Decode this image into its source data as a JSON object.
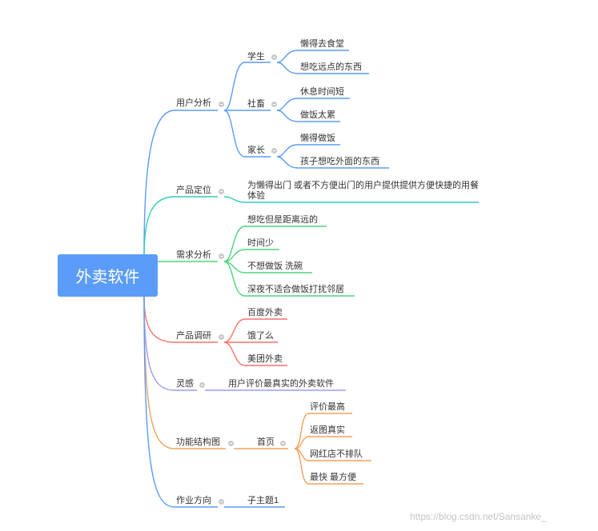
{
  "root": {
    "label": "外卖软件",
    "color": "#5a9cf8"
  },
  "colors": {
    "blue": "#5a9cf8",
    "teal": "#2fcdb6",
    "green": "#4cd47c",
    "red": "#f47469",
    "purple": "#9d9bf0",
    "orange": "#f5a05a"
  },
  "branches": [
    {
      "label": "用户分析",
      "children": [
        {
          "label": "学生",
          "children": [
            {
              "label": "懒得去食堂"
            },
            {
              "label": "想吃远点的东西"
            }
          ]
        },
        {
          "label": "社畜",
          "children": [
            {
              "label": "休息时间短"
            },
            {
              "label": "做饭太累"
            }
          ]
        },
        {
          "label": "家长",
          "children": [
            {
              "label": "懒得做饭"
            },
            {
              "label": "孩子想吃外面的东西"
            }
          ]
        }
      ]
    },
    {
      "label": "产品定位",
      "children": [
        {
          "label": "为懒得出门 或者不方便出门的用户提供提供方便快捷的用餐体验"
        }
      ]
    },
    {
      "label": "需求分析",
      "children": [
        {
          "label": "想吃但是距离远的"
        },
        {
          "label": "时间少"
        },
        {
          "label": "不想做饭 洗碗"
        },
        {
          "label": "深夜不适合做饭打扰邻居"
        }
      ]
    },
    {
      "label": "产品调研",
      "children": [
        {
          "label": "百度外卖"
        },
        {
          "label": "饿了么"
        },
        {
          "label": "美团外卖"
        }
      ]
    },
    {
      "label": "灵感",
      "children": [
        {
          "label": "用户评价最真实的外卖软件"
        }
      ]
    },
    {
      "label": "功能结构图",
      "children": [
        {
          "label": "首页",
          "children": [
            {
              "label": "评价最高"
            },
            {
              "label": "返图真实"
            },
            {
              "label": "网红店不排队"
            },
            {
              "label": "最快 最方便"
            }
          ]
        }
      ]
    },
    {
      "label": "作业方向",
      "children": [
        {
          "label": "子主题1"
        }
      ]
    }
  ],
  "watermark": "https://blog.csdn.net/Sansanke_"
}
